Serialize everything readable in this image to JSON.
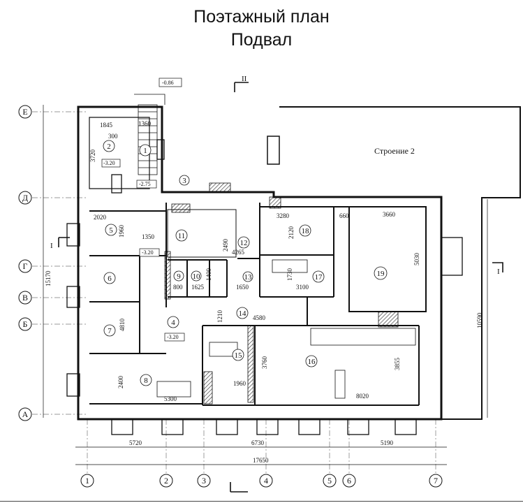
{
  "title": {
    "line1": "Поэтажный план",
    "line2": "Подвал"
  },
  "building_label": "Строение 2",
  "axes_letters": [
    "Е",
    "Д",
    "Г",
    "В",
    "Б",
    "А"
  ],
  "axes_numbers": [
    "1",
    "2",
    "3",
    "4",
    "5",
    "6",
    "7"
  ],
  "section_marks": {
    "top": "II",
    "left": "I",
    "right": "I"
  },
  "rooms": [
    "1",
    "2",
    "3",
    "4",
    "5",
    "6",
    "7",
    "8",
    "9",
    "10",
    "11",
    "12",
    "13",
    "14",
    "15",
    "16",
    "17",
    "18",
    "19"
  ],
  "levels": [
    "-0.86",
    "-2.75",
    "-3.20",
    "-3.20",
    "-3.20"
  ],
  "dimensions": {
    "d1845": "1845",
    "d1360": "1360",
    "d300": "300",
    "d3720": "3720",
    "d2020": "2020",
    "d1960": "1960",
    "d1350": "1350",
    "d2490": "2490",
    "d4265": "4265",
    "d3280": "3280",
    "d2120": "2120",
    "d660": "660",
    "d3660": "3660",
    "d5030": "5030",
    "d800": "800",
    "d1625": "1625",
    "d1400": "1400",
    "d1650": "1650",
    "d1730": "1730",
    "d3100": "3100",
    "d4810": "4810",
    "d1210": "1210",
    "d4580": "4580",
    "d3760": "3760",
    "d1960b": "1960",
    "d3855": "3855",
    "d8020": "8020",
    "d2400": "2400",
    "d5300": "5300",
    "d15170": "15170",
    "d10590": "10590",
    "b5720": "5720",
    "b6730": "6730",
    "b5190": "5190",
    "b17650": "17650"
  }
}
